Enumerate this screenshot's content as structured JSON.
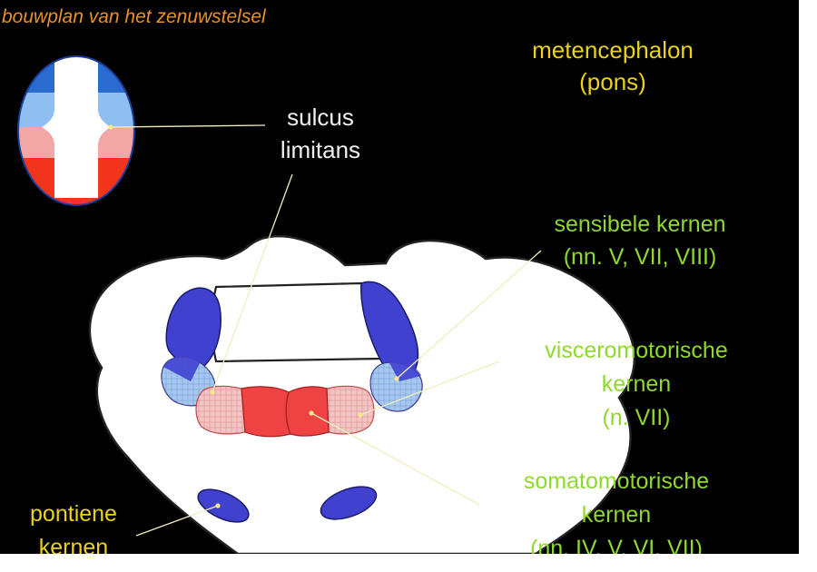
{
  "title": "bouwplan van het zenuwstelsel",
  "region": {
    "line1": "metencephalon",
    "line2": "(pons)"
  },
  "labels": {
    "sulcus": {
      "line1": "sulcus",
      "line2": "limitans"
    },
    "sensibel": {
      "line1": "sensibele kernen",
      "line2": "(nn. V, VII, VIII)"
    },
    "visceromotor": {
      "line1": "visceromotorische",
      "line2": "kernen",
      "line3": "(n. VII)"
    },
    "somatomotor": {
      "line1": "somatomotorische",
      "line2": "kernen",
      "line3": "(nn. IV, V, VI, VII)"
    },
    "pontiene": {
      "line1": "pontiene",
      "line2": "kernen"
    }
  },
  "colors": {
    "background": "#000000",
    "title": "#e8902a",
    "region_text": "#e8d21c",
    "white_text": "#f0f0f0",
    "green_text": "#8fd82e",
    "pointer_line": "#f2ecc0",
    "sensory_nucleus": "#4141cf",
    "viscerosensory_nucleus": "#a6c8f0",
    "visceromotor_nucleus": "#f3c4c4",
    "somatomotor_nucleus": "#ef4343",
    "neural_tube_top": "#2a6bd0",
    "neural_tube_upper_mid": "#8fbff0",
    "neural_tube_lower_mid": "#f2a6a6",
    "neural_tube_bottom": "#f2341c"
  }
}
